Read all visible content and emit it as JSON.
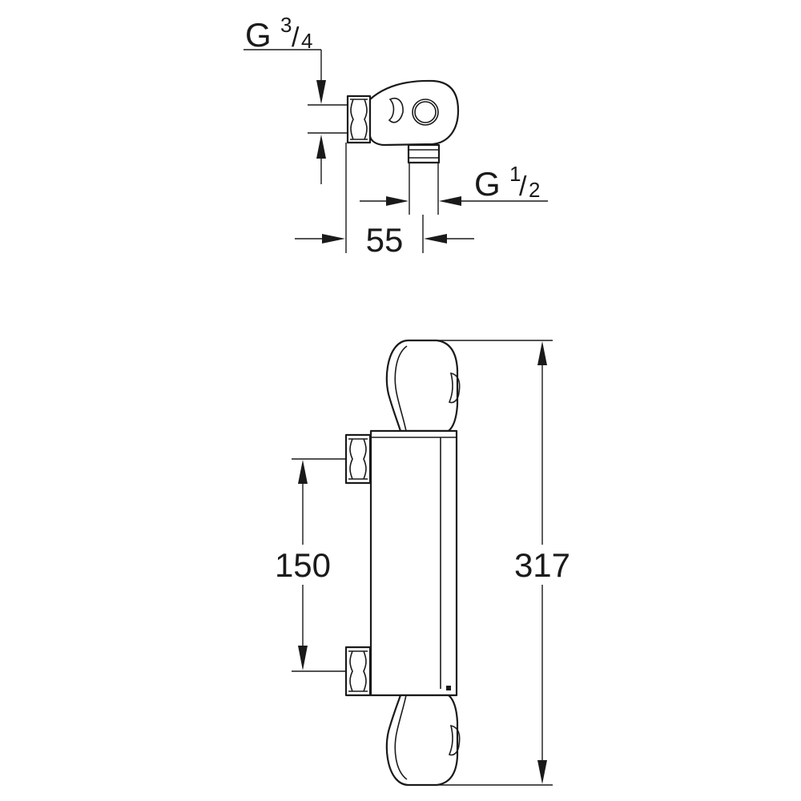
{
  "top_view": {
    "inlet_thread": {
      "letter": "G",
      "numerator": "3",
      "denominator": "4"
    },
    "outlet_thread": {
      "letter": "G",
      "numerator": "1",
      "denominator": "2"
    },
    "offset_dimension": "55"
  },
  "front_view": {
    "inlet_spacing": "150",
    "overall_length": "317"
  }
}
